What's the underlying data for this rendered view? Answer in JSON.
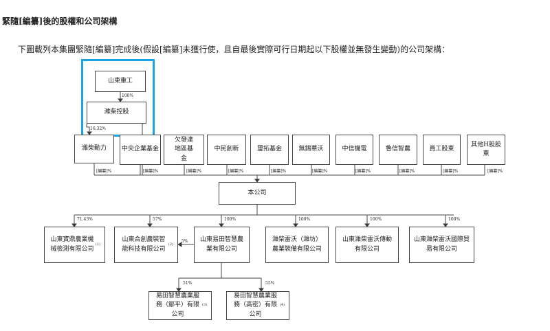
{
  "title": "緊隨[編纂]後的股權和公司架構",
  "intro": "下圖載列本集團緊隨[編纂]完成後(假設[編纂]未獲行使，且自最後實際可行日期起以下股權並無發生變動)的公司架構：",
  "top": {
    "parent": "山東重工",
    "parent_pct": "100%",
    "holding": "濰柴控股",
    "holding_pct": "16.32%"
  },
  "shareholders": [
    {
      "name": "濰柴動力",
      "pct": "[編纂]%"
    },
    {
      "name": "中央企業基金",
      "pct": "[編纂]%"
    },
    {
      "name": "欠發達地區基金",
      "pct": "[編纂]%"
    },
    {
      "name": "中民創新",
      "pct": "[編纂]%"
    },
    {
      "name": "璽拓基金",
      "pct": "[編纂]%"
    },
    {
      "name": "無錫華沃",
      "pct": "[編纂]%"
    },
    {
      "name": "中信機電",
      "pct": "[編纂]%"
    },
    {
      "name": "魯信智農",
      "pct": "[編纂]%"
    },
    {
      "name": "員工股東",
      "pct": "[編纂]%"
    },
    {
      "name": "其他H股股東",
      "pct": "[編纂]%"
    }
  ],
  "company": "本公司",
  "subsidiaries": [
    {
      "name": "山東寶鼎農業機械檢測有限公司",
      "note": "(1)",
      "pct": "71.43%"
    },
    {
      "name": "山東合創農裝智能科技有限公司",
      "note": "(2)",
      "pct": "57%"
    },
    {
      "name": "山東易田智慧農業有限公司",
      "note": "",
      "pct": "100%"
    },
    {
      "name": "濰柴雷沃（濰坊）農業裝備有限公司",
      "note": "",
      "pct": "100%"
    },
    {
      "name": "山東濰柴雷沃傳動有限公司",
      "note": "",
      "pct": "100%"
    },
    {
      "name": "山東濰柴雷沃國際貿易有限公司",
      "note": "",
      "pct": "100%"
    }
  ],
  "cross_pct": "5%",
  "grandchildren": [
    {
      "name": "易田智慧農業服務（鄒平）有限公司",
      "note": "(3)",
      "pct": "51%"
    },
    {
      "name": "易田智慧農業服務（高密）有限公司",
      "note": "(4)",
      "pct": "55%"
    }
  ],
  "highlight_color": "#1aa3e0"
}
